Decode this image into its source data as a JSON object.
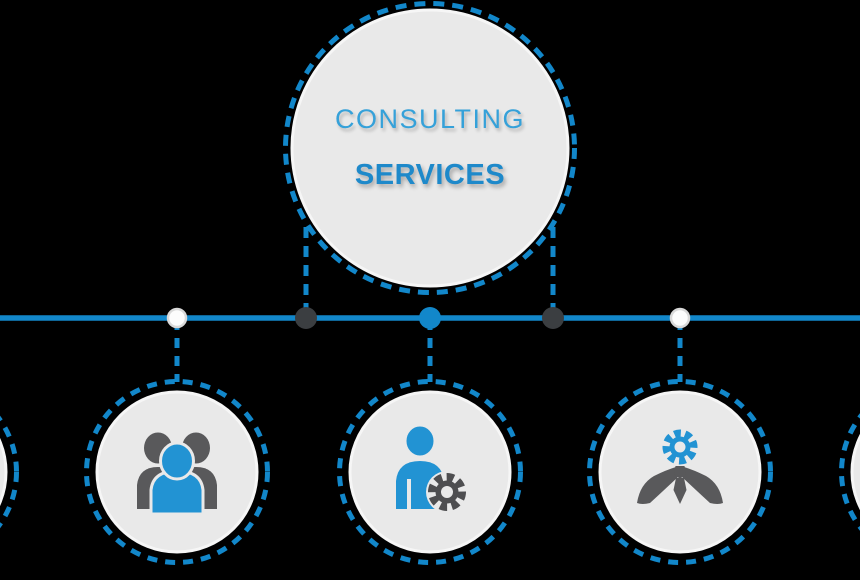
{
  "hub": {
    "title_line1": "CONSULTING",
    "title_line2": "SERVICES"
  },
  "branches": [
    {
      "icon": "partial-circle-left"
    },
    {
      "icon": "people-group-icon"
    },
    {
      "icon": "person-gear-icon"
    },
    {
      "icon": "gear-head-person-icon"
    },
    {
      "icon": "partial-circle-right"
    }
  ],
  "colors": {
    "background": "#000000",
    "accent_blue": "#1287ca",
    "icon_blue": "#2293d3",
    "title_light_blue": "#35a1d9",
    "title_bold_blue": "#1e89ca",
    "circle_fill": "#e9e9e9",
    "circle_rim": "#f6f6f6",
    "silhouette_gray": "#59595b",
    "gear_dark": "#4e4e50",
    "node_dark": "#3b3e41",
    "node_white": "#fcfcfc",
    "node_white_ring": "#d9d9d9"
  }
}
